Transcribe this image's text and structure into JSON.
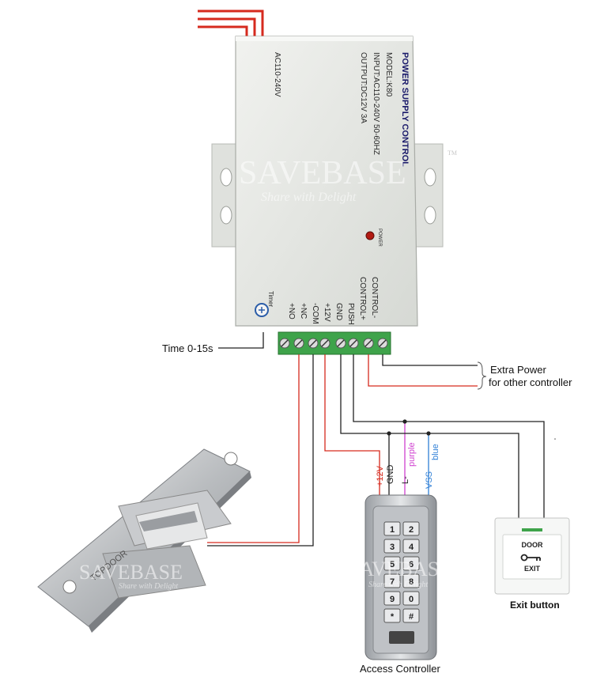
{
  "power_supply": {
    "title": "POWER SUPPLY CONTROL",
    "model": "MODEL:K80",
    "input": "INPUT:AC110-240V  50-60HZ",
    "output": "OUTPUT:DC12V  3A",
    "ac_label": "AC110-240V",
    "power_led_label": "POWER",
    "timer_label": "Timer",
    "terminals": [
      "+NO",
      "+NC",
      "-COM",
      "+12V",
      "GND",
      "PUSH",
      "CONTROL+",
      "CONTROL-"
    ]
  },
  "annotations": {
    "time": "Time 0-15s",
    "extra_power_line1": "Extra Power",
    "extra_power_line2": "for other controller"
  },
  "wire_labels": {
    "v12": "+12V",
    "gnd": "GND",
    "l_minus": "L-",
    "purple": "purple",
    "vss": "VSS",
    "blue": "blue"
  },
  "exit_button": {
    "door": "DOOR",
    "exit": "EXIT",
    "caption": "Exit button"
  },
  "access_controller": {
    "caption": "Access Controller",
    "keys": [
      "1",
      "2",
      "3",
      "4",
      "5",
      "6",
      "7",
      "8",
      "9",
      "0",
      "*",
      "#"
    ]
  },
  "lock": {
    "stamp": "TOPDOOR"
  },
  "watermark": {
    "brand": "SAVEBASE",
    "tagline": "Share with Delight",
    "tm": "TM"
  },
  "colors": {
    "red_wire": "#d62a1e",
    "black_wire": "#222222",
    "purple_wire": "#d040d0",
    "blue_wire": "#2f7fd6",
    "terminal_green": "#3ea34a",
    "psu_body": "#e7e9e6"
  }
}
